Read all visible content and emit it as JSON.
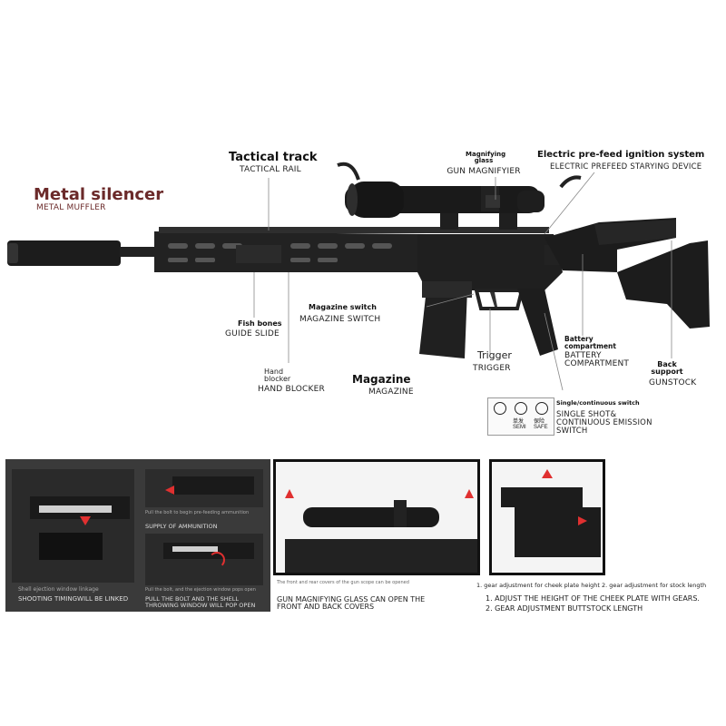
{
  "labels": {
    "metal_silencer": {
      "title": "Metal silencer",
      "caption": "METAL MUFFLER"
    },
    "tactical_track": {
      "title": "Tactical track",
      "caption": "TACTICAL RAIL"
    },
    "magnifying_glass": {
      "title": "Magnifying glass",
      "caption": "GUN MAGNIFYIER"
    },
    "electric_prefeed": {
      "title": "Electric pre-feed ignition system",
      "caption": "ELECTRIC PREFEED STARYING DEVICE"
    },
    "magazine_switch": {
      "title": "Magazine switch",
      "caption": "MAGAZINE SWITCH"
    },
    "fish_bones": {
      "title": "Fish bones",
      "caption": "GUIDE SLIDE"
    },
    "hand_blocker": {
      "title": "Hand blocker",
      "caption": "HAND BLOCKER"
    },
    "magazine": {
      "title": "Magazine",
      "caption": "MAGAZINE"
    },
    "trigger": {
      "title": "Trigger",
      "caption": "TRIGGER"
    },
    "battery": {
      "title": "Battery compartment",
      "caption": "BATTERY COMPARTMENT"
    },
    "back_support": {
      "title": "Back support",
      "caption": "GUNSTOCK"
    },
    "single_continuous": {
      "title": "Single/continuous switch",
      "caption": "SINGLE SHOT& CONTINUOUS EMISSION SWITCH"
    }
  },
  "switch_icons": {
    "semi": "SEMI",
    "safe": "SAFE",
    "semi_cn": "单发",
    "safe_cn": "保险"
  },
  "panels": {
    "shell_ejection": {
      "small": "Shell ejection window linkage",
      "caption": "SHOOTING TIMINGWILL BE LINKED"
    },
    "supply": {
      "small": "Pull the bolt to begin pre-feeding ammunition",
      "caption": "SUPPLY OF AMMUNITION"
    },
    "pull_bolt": {
      "small": "Pull the bolt, and the ejection window pops open",
      "caption": "PULL THE BOLT AND THE SHELL THROWING WINDOW WILL POP OPEN"
    },
    "scope": {
      "small": "The front and rear covers of the gun scope can be opened",
      "caption": "GUN MAGNIFYING GLASS CAN OPEN THE FRONT AND BACK COVERS"
    },
    "stock": {
      "small": "1. gear adjustment for cheek plate height 2. gear adjustment for stock length",
      "line1": "1. ADJUST THE HEIGHT OF THE CHEEK PLATE WITH GEARS.",
      "line2": "2. GEAR ADJUSTMENT BUTTSTOCK LENGTH"
    }
  },
  "colors": {
    "silencer_title": "#6b2a2a",
    "arrow_red": "#e03030",
    "frame_dark": "#3a3a3a",
    "gun": "#1c1c1c"
  }
}
